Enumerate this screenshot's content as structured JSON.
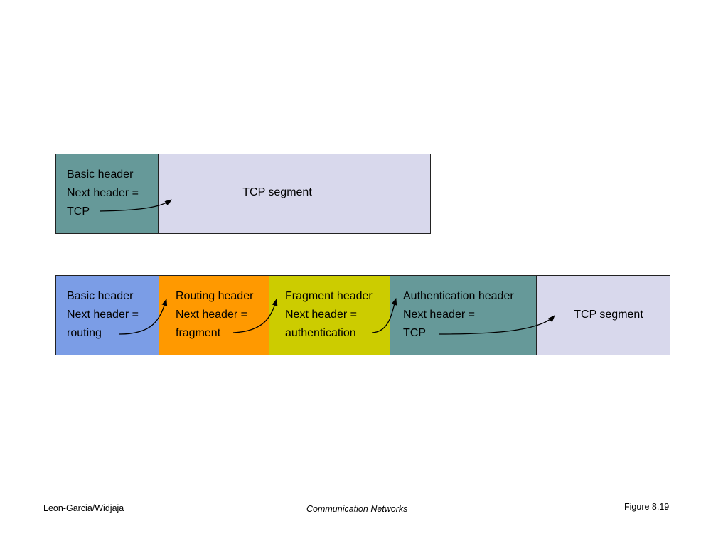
{
  "colors": {
    "basic_header_top": "#669999",
    "tcp_segment": "#d8d8ec",
    "basic_header_bottom": "#7b9de6",
    "routing_header": "#ff9900",
    "fragment_header": "#cccc00",
    "authentication_header": "#669999"
  },
  "top_packet": {
    "basic_header": {
      "line1": "Basic header",
      "line2": "Next header =",
      "line3": "TCP"
    },
    "tcp_segment": "TCP segment"
  },
  "bottom_packet": {
    "basic_header": {
      "line1": "Basic header",
      "line2": "Next header =",
      "line3": "routing"
    },
    "routing_header": {
      "line1": "Routing header",
      "line2": "Next header =",
      "line3": "fragment"
    },
    "fragment_header": {
      "line1": "Fragment header",
      "line2": "Next header =",
      "line3": "authentication"
    },
    "authentication_header": {
      "line1": "Authentication header",
      "line2": "Next header =",
      "line3": "TCP"
    },
    "tcp_segment": "TCP segment"
  },
  "footer": {
    "left": "Leon-Garcia/Widjaja",
    "center": "Communication Networks",
    "right": "Figure 8.19"
  }
}
